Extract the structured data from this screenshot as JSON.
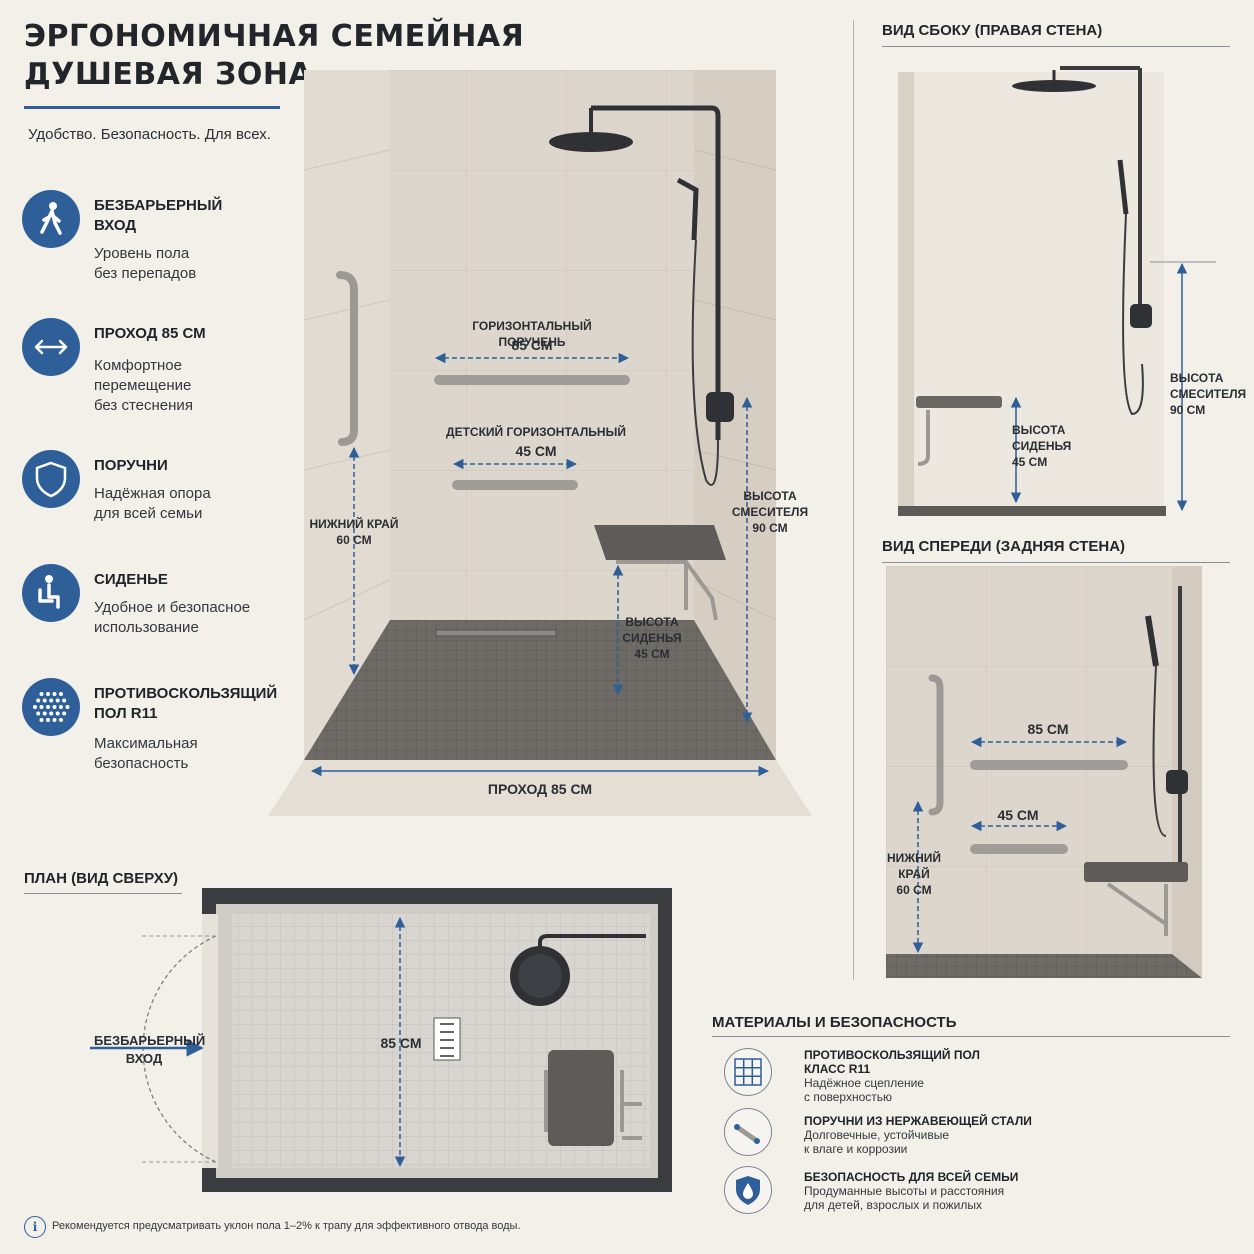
{
  "header": {
    "title_line1": "ЭРГОНОМИЧНАЯ СЕМЕЙНАЯ",
    "title_line2": "ДУШЕВАЯ ЗОНА",
    "subtitle": "Удобство. Безопасность. Для всех."
  },
  "features": [
    {
      "icon": "walking-person-icon",
      "title": "БЕЗБАРЬЕРНЫЙ\nВХОД",
      "desc": "Уровень пола\nбез перепадов"
    },
    {
      "icon": "double-arrow-icon",
      "title": "ПРОХОД 85 СМ",
      "desc": "Комфортное\nперемещение\nбез стеснения"
    },
    {
      "icon": "shield-icon",
      "title": "ПОРУЧНИ",
      "desc": "Надёжная опора\nдля всей семьи"
    },
    {
      "icon": "seated-person-icon",
      "title": "СИДЕНЬЕ",
      "desc": "Удобное и безопасное\nиспользование"
    },
    {
      "icon": "dot-grid-icon",
      "title": "ПРОТИВОСКОЛЬЗЯЩИЙ\nПОЛ R11",
      "desc": "Максимальная\nбезопасность"
    }
  ],
  "main_view": {
    "horizontal_rail": "ГОРИЗОНТАЛЬНЫЙ ПОРУЧЕНЬ",
    "horizontal_rail_dim": "85 СМ",
    "child_rail": "ДЕТСКИЙ ГОРИЗОНТАЛЬНЫЙ",
    "child_rail_dim": "45 СМ",
    "bottom_edge": "НИЖНИЙ КРАЙ\n60 СМ",
    "seat_height": "ВЫСОТА\nСИДЕНЬЯ\n45 СМ",
    "mixer_height": "ВЫСОТА\nСМЕСИТЕЛЯ\n90 СМ",
    "passage": "ПРОХОД 85 СМ"
  },
  "side_view": {
    "title": "ВИД СБОКУ (ПРАВАЯ СТЕНА)",
    "seat_height": "ВЫСОТА\nСИДЕНЬЯ\n45 СМ",
    "mixer_height": "ВЫСОТА\nСМЕСИТЕЛЯ\n90 СМ"
  },
  "front_view": {
    "title": "ВИД СПЕРЕДИ (ЗАДНЯЯ СТЕНА)",
    "rail_dim": "85 СМ",
    "child_dim": "45 СМ",
    "bottom_edge": "НИЖНИЙ\nКРАЙ\n60 СМ"
  },
  "plan_view": {
    "title": "ПЛАН (ВИД СВЕРХУ)",
    "entry": "БЕЗБАРЬЕРНЫЙ\nВХОД",
    "width_dim": "85 СМ"
  },
  "materials": {
    "title": "МАТЕРИАЛЫ И БЕЗОПАСНОСТЬ",
    "items": [
      {
        "icon": "tile-grid-icon",
        "title": "ПРОТИВОСКОЛЬЗЯЩИЙ ПОЛ\nКЛАСС R11",
        "desc": "Надёжное сцепление\nс поверхностью"
      },
      {
        "icon": "grab-bar-icon",
        "title": "ПОРУЧНИ ИЗ НЕРЖАВЕЮЩЕЙ СТАЛИ",
        "desc": "Долговечные, устойчивые\nк влаге и коррозии"
      },
      {
        "icon": "shield-drop-icon",
        "title": "БЕЗОПАСНОСТЬ ДЛЯ ВСЕЙ СЕМЬИ",
        "desc": "Продуманные высоты и расстояния\nдля детей, взрослых и пожилых"
      }
    ]
  },
  "footer": {
    "note": "Рекомендуется предусматривать уклон пола 1–2% к трапу для эффективного отвода воды."
  },
  "colors": {
    "accent": "#2f5f99",
    "wall": "#dcd5cb",
    "floor": "#6d6a66",
    "metal": "#9c9893",
    "fixture": "#2f3134"
  }
}
